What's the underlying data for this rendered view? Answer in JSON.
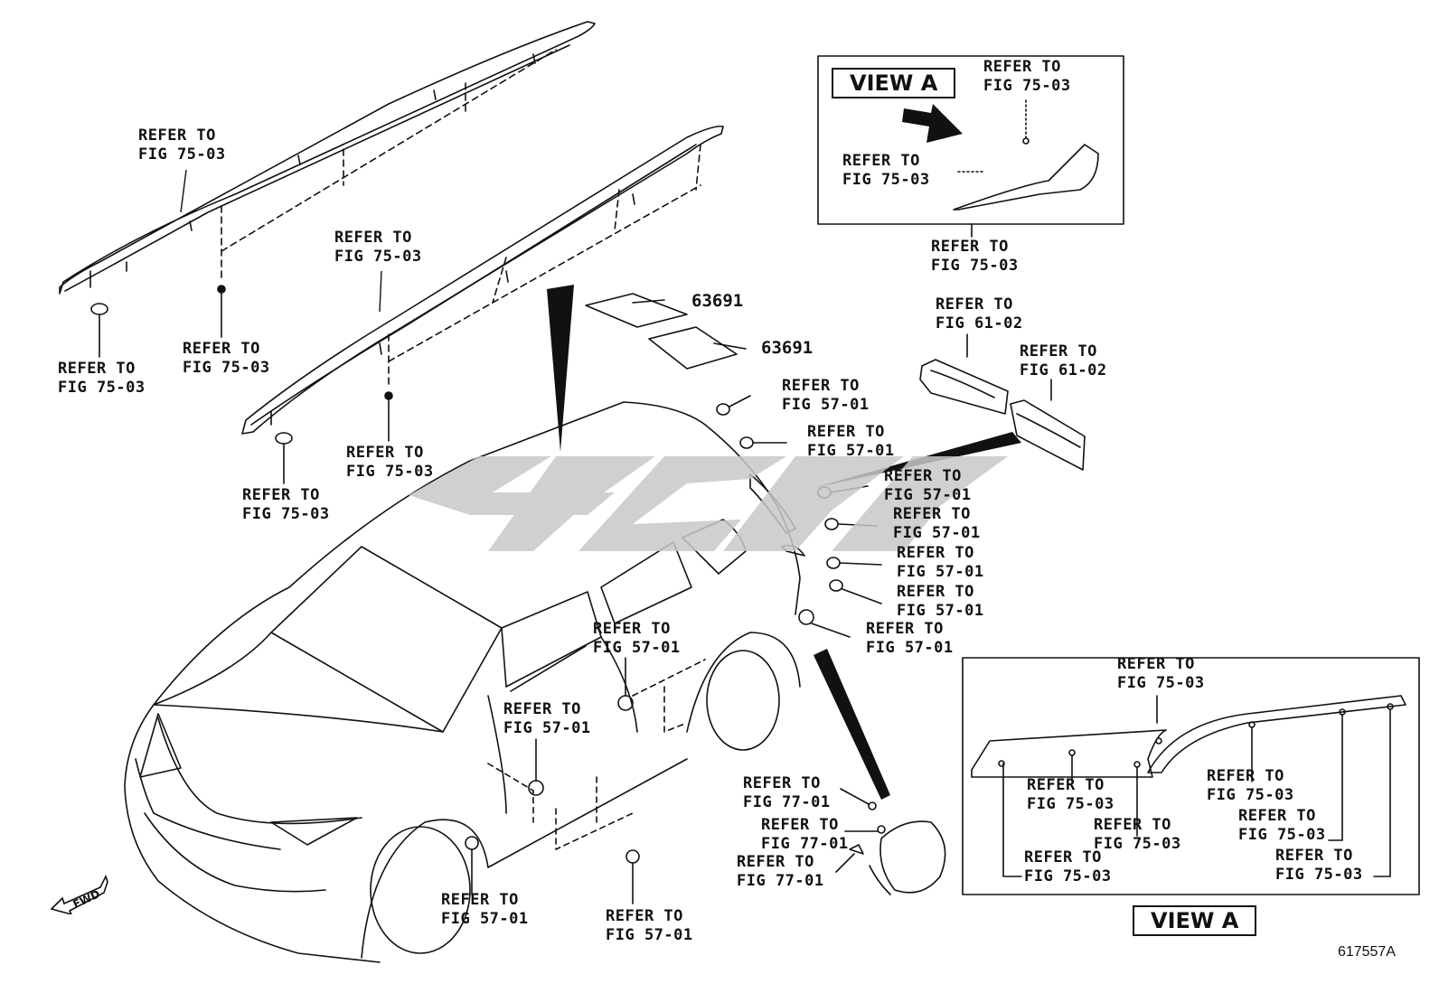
{
  "callouts": {
    "c01": {
      "line1": "REFER TO",
      "line2": "FIG 75-03"
    },
    "c02": {
      "line1": "REFER TO",
      "line2": "FIG 75-03"
    },
    "c03": {
      "line1": "REFER TO",
      "line2": "FIG 75-03"
    },
    "c04": {
      "line1": "REFER TO",
      "line2": "FIG 75-03"
    },
    "c05": {
      "line1": "REFER TO",
      "line2": "FIG 75-03"
    },
    "c06": {
      "line1": "REFER TO",
      "line2": "FIG 75-03"
    },
    "c07": {
      "line1": "REFER TO",
      "line2": "FIG 75-03"
    },
    "c08": {
      "line1": "REFER TO",
      "line2": "FIG 75-03"
    },
    "c09": {
      "line1": "REFER TO",
      "line2": "FIG 75-03"
    },
    "c10": {
      "line1": "REFER TO",
      "line2": "FIG 61-02"
    },
    "c11": {
      "line1": "REFER TO",
      "line2": "FIG 61-02"
    },
    "c12": {
      "line1": "REFER TO",
      "line2": "FIG 57-01"
    },
    "c13": {
      "line1": "REFER TO",
      "line2": "FIG 57-01"
    },
    "c14": {
      "line1": "REFER TO",
      "line2": "FIG 57-01"
    },
    "c15": {
      "line1": "REFER TO",
      "line2": "FIG 57-01"
    },
    "c16": {
      "line1": "REFER TO",
      "line2": "FIG 57-01"
    },
    "c17": {
      "line1": "REFER TO",
      "line2": "FIG 57-01"
    },
    "c18": {
      "line1": "REFER TO",
      "line2": "FIG 57-01"
    },
    "c19": {
      "line1": "REFER TO",
      "line2": "FIG 57-01"
    },
    "c20": {
      "line1": "REFER TO",
      "line2": "FIG 57-01"
    },
    "c21": {
      "line1": "REFER TO",
      "line2": "FIG 57-01"
    },
    "c22": {
      "line1": "REFER TO",
      "line2": "FIG 57-01"
    },
    "c23": {
      "line1": "REFER TO",
      "line2": "FIG 77-01"
    },
    "c24": {
      "line1": "REFER TO",
      "line2": "FIG 77-01"
    },
    "c25": {
      "line1": "REFER TO",
      "line2": "FIG 77-01"
    },
    "c26": {
      "line1": "REFER TO",
      "line2": "FIG 75-03"
    },
    "c27": {
      "line1": "REFER TO",
      "line2": "FIG 75-03"
    },
    "c28": {
      "line1": "REFER TO",
      "line2": "FIG 75-03"
    },
    "c29": {
      "line1": "REFER TO",
      "line2": "FIG 75-03"
    },
    "c30": {
      "line1": "REFER TO",
      "line2": "FIG 75-03"
    },
    "c31": {
      "line1": "REFER TO",
      "line2": "FIG 75-03"
    },
    "c32": {
      "line1": "REFER TO",
      "line2": "FIG 75-03"
    }
  },
  "part_numbers": {
    "p1": "63691",
    "p2": "63691"
  },
  "view_tags": {
    "top": "VIEW A",
    "bottom": "VIEW A"
  },
  "fwd_label": "FWD",
  "illustration_code": "617557A",
  "colors": {
    "line": "#111111",
    "watermark": "#c8c8c8",
    "background": "#ffffff"
  }
}
